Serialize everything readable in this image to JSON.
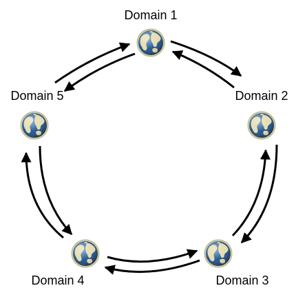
{
  "diagram": {
    "nodes": [
      {
        "id": "d1",
        "label": "Domain 1",
        "icon": "globe-icon"
      },
      {
        "id": "d2",
        "label": "Domain 2",
        "icon": "globe-icon"
      },
      {
        "id": "d3",
        "label": "Domain 3",
        "icon": "globe-icon"
      },
      {
        "id": "d4",
        "label": "Domain 4",
        "icon": "globe-icon"
      },
      {
        "id": "d5",
        "label": "Domain 5",
        "icon": "globe-icon"
      }
    ],
    "edges": [
      {
        "from": "d1",
        "to": "d2",
        "bidirectional": true
      },
      {
        "from": "d2",
        "to": "d3",
        "bidirectional": true
      },
      {
        "from": "d3",
        "to": "d4",
        "bidirectional": true
      },
      {
        "from": "d4",
        "to": "d5",
        "bidirectional": true
      },
      {
        "from": "d5",
        "to": "d1",
        "bidirectional": true
      }
    ],
    "colors": {
      "ocean": "#2a5c92",
      "ocean_dark": "#153d6b",
      "land": "#e6dcae",
      "arrow": "#000000"
    }
  }
}
